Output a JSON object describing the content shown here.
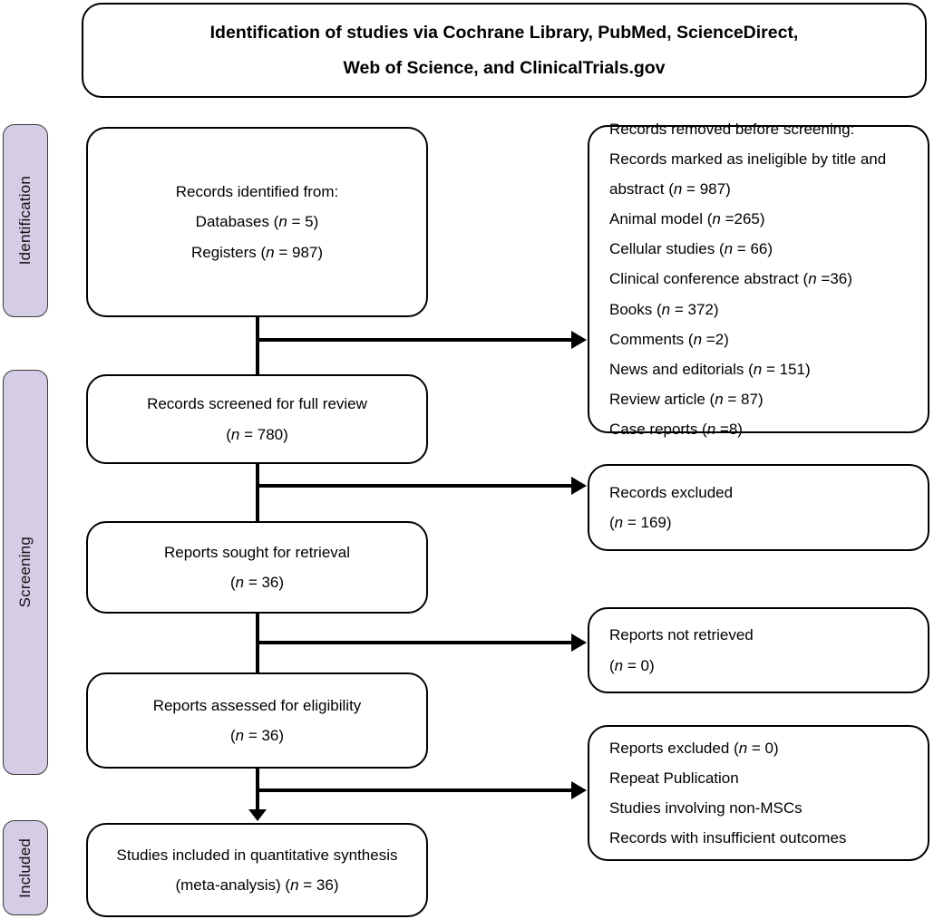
{
  "header": {
    "lines": [
      "Identification of studies via Cochrane Library, PubMed, ScienceDirect,",
      "Web of Science, and ClinicalTrials.gov"
    ]
  },
  "stages": [
    {
      "label": "Identification"
    },
    {
      "label": "Screening"
    },
    {
      "label": "Included"
    }
  ],
  "colors": {
    "stage_fill": "#d5cce6",
    "stage_border": "#3b3b3b",
    "box_border": "#000000",
    "background": "#ffffff",
    "text": "#000000"
  },
  "boxes": {
    "records_identified": {
      "lines": [
        "Records identified from:",
        "Databases (n = 5)",
        "Registers (n = 987)"
      ]
    },
    "records_removed": {
      "title": "Records removed before screening:",
      "items": [
        "Records marked as ineligible by title and",
        "abstract (n = 987)",
        "Animal model (n =265)",
        "Cellular studies (n = 66)",
        "Clinical conference abstract (n =36)",
        "Books (n = 372)",
        "Comments (n =2)",
        "News and editorials (n = 151)",
        "Review article (n = 87)",
        "Case reports (n =8)"
      ]
    },
    "records_screened": {
      "lines": [
        "Records screened for full review",
        "(n = 780)"
      ]
    },
    "records_excluded": {
      "lines": [
        "Records excluded",
        "(n = 169)"
      ]
    },
    "reports_sought": {
      "lines": [
        "Reports sought for retrieval",
        "(n = 36)"
      ]
    },
    "reports_not_retrieved": {
      "lines": [
        "Reports not retrieved",
        "(n = 0)"
      ]
    },
    "reports_assessed": {
      "lines": [
        "Reports assessed for eligibility",
        "(n = 36)"
      ]
    },
    "reports_excluded": {
      "lines": [
        "Reports excluded (n = 0)",
        "Repeat Publication",
        "Studies involving non-MSCs",
        "Records with insufficient outcomes"
      ]
    },
    "studies_included": {
      "lines": [
        "Studies included in quantitative synthesis",
        "(meta-analysis) (n = 36)"
      ]
    }
  }
}
